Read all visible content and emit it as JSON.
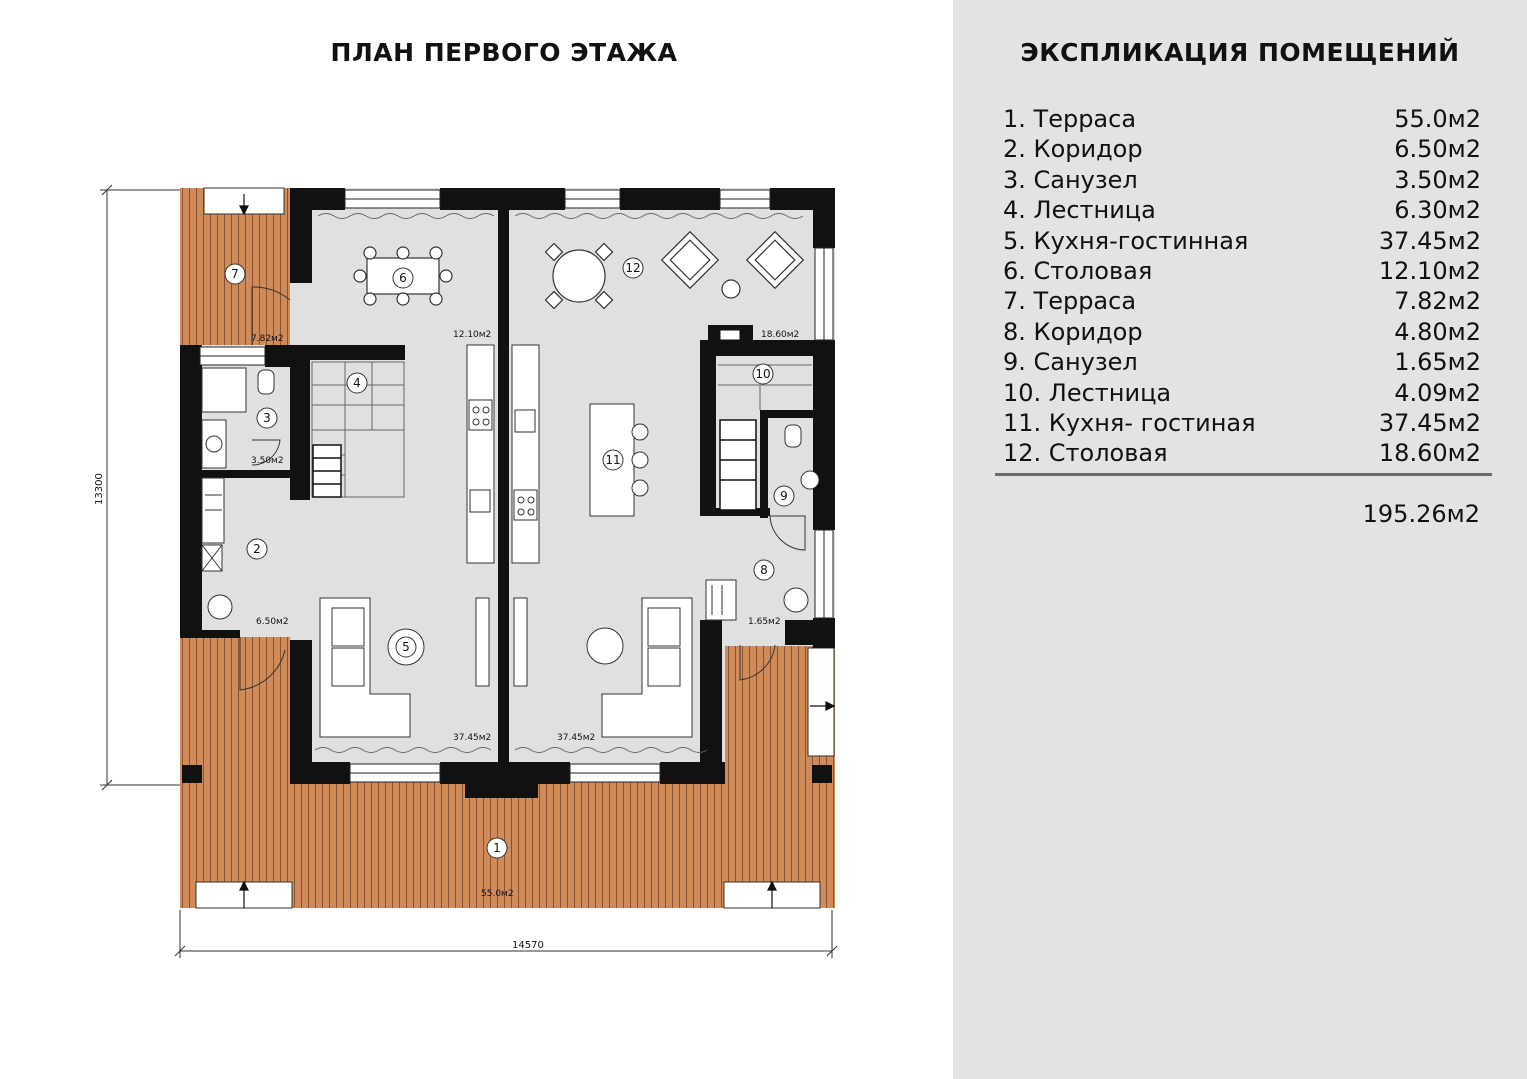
{
  "plan": {
    "title": "ПЛАН ПЕРВОГО ЭТАЖА",
    "dimension_width": "14570",
    "dimension_height": "13300",
    "rooms": [
      {
        "id": "1",
        "area": "55.0м2"
      },
      {
        "id": "2",
        "area": "6.50м2"
      },
      {
        "id": "3",
        "area": "3.50м2"
      },
      {
        "id": "4",
        "area": ""
      },
      {
        "id": "5",
        "area": "37.45м2"
      },
      {
        "id": "6",
        "area": "12.10м2"
      },
      {
        "id": "7",
        "area": "7.82м2"
      },
      {
        "id": "8",
        "area": "1.65м2"
      },
      {
        "id": "9",
        "area": ""
      },
      {
        "id": "10",
        "area": ""
      },
      {
        "id": "11",
        "area": "37.45м2"
      },
      {
        "id": "12",
        "area": "18.60м2"
      }
    ],
    "colors": {
      "wall": "#111111",
      "floor": "#e0e0e0",
      "terrace": "#cf8b5a",
      "terrace_line": "#8a5330"
    }
  },
  "explication": {
    "title": "ЭКСПЛИКАЦИЯ ПОМЕЩЕНИЙ",
    "items": [
      {
        "name": "1. Терраса",
        "area": "55.0м2"
      },
      {
        "name": "2. Коридор",
        "area": "6.50м2"
      },
      {
        "name": "3. Санузел",
        "area": "3.50м2"
      },
      {
        "name": "4. Лестница",
        "area": "6.30м2"
      },
      {
        "name": "5. Кухня-гостинная",
        "area": "37.45м2"
      },
      {
        "name": "6. Столовая",
        "area": "12.10м2"
      },
      {
        "name": "7. Терраса",
        "area": "7.82м2"
      },
      {
        "name": "8. Коридор",
        "area": "4.80м2"
      },
      {
        "name": "9. Санузел",
        "area": "1.65м2"
      },
      {
        "name": "10. Лестница",
        "area": "4.09м2"
      },
      {
        "name": "11. Кухня- гостиная",
        "area": "37.45м2"
      },
      {
        "name": "12. Столовая",
        "area": "18.60м2"
      }
    ],
    "total": "195.26м2"
  }
}
